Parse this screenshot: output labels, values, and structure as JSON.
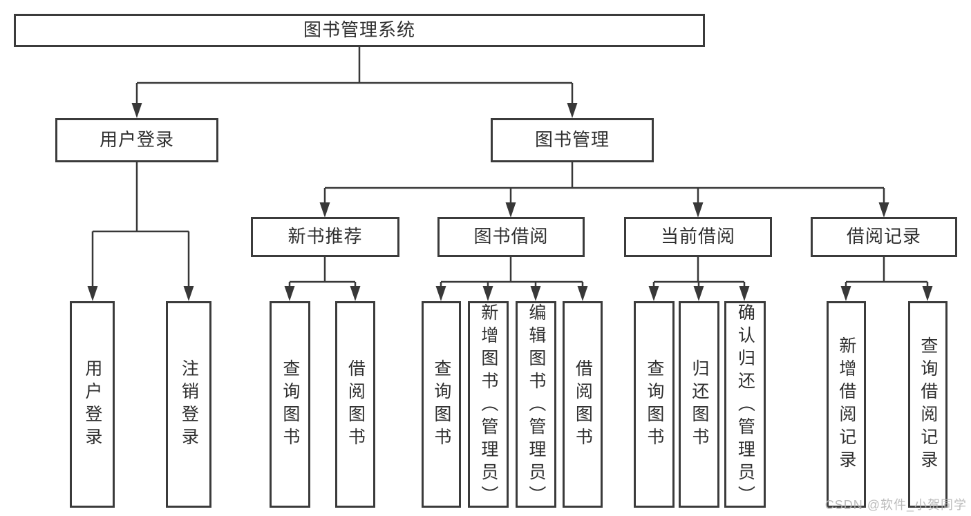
{
  "nodes": {
    "root": "图书管理系统",
    "user_login": "用户登录",
    "book_management": "图书管理",
    "new_book_recommend": "新书推荐",
    "book_borrowing": "图书借阅",
    "current_borrowing": "当前借阅",
    "borrowing_records": "借阅记录",
    "leaf_user_login": "用户登录",
    "leaf_logout_login": "注销登录",
    "leaf_nbr_query_books": "查询图书",
    "leaf_nbr_borrow_books": "借阅图书",
    "leaf_bb_query_books": "查询图书",
    "leaf_bb_add_books": "新增图书（管理员）",
    "leaf_bb_edit_books": "编辑图书（管理员）",
    "leaf_bb_borrow_books": "借阅图书",
    "leaf_cb_query_books": "查询图书",
    "leaf_cb_return_books": "归还图书",
    "leaf_cb_confirm_return": "确认归还（管理员）",
    "leaf_br_add_record": "新增借阅记录",
    "leaf_br_query_record": "查询借阅记录"
  },
  "watermark": "CSDN @软件_小贺同学",
  "colors": {
    "line": "#383838",
    "box_border": "#3b3b3b",
    "text": "#2f2f2f",
    "watermark": "#b4b4b4",
    "background": "#ffffff"
  }
}
